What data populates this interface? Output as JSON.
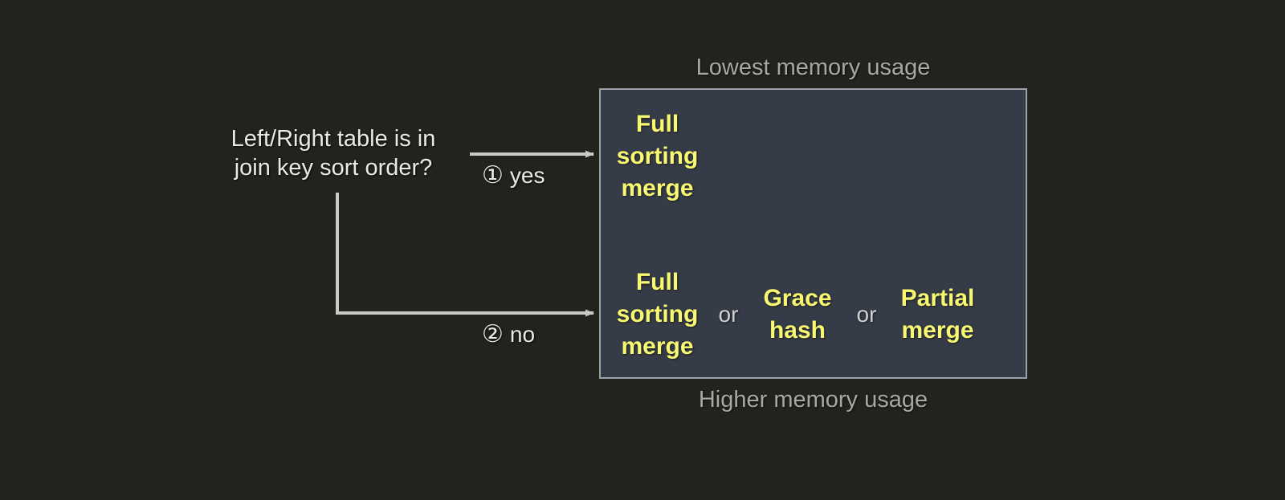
{
  "background_color": "#22231f",
  "question": {
    "text": "Left/Right table is in\njoin key sort order?"
  },
  "branches": [
    {
      "marker": "①",
      "label": "yes"
    },
    {
      "marker": "②",
      "label": "no"
    }
  ],
  "panel": {
    "background_color": "#353b47",
    "border_color": "#9ba1a6",
    "caption_top": "Lowest memory usage",
    "caption_bottom": "Higher memory usage",
    "option_color": "#f9f871",
    "separator_color": "#d2d2d6",
    "rows": [
      {
        "options": [
          "Full\nsorting\nmerge"
        ],
        "separators": []
      },
      {
        "options": [
          "Full\nsorting\nmerge",
          "Grace\nhash",
          "Partial\nmerge"
        ],
        "separators": [
          "or",
          "or"
        ]
      }
    ]
  }
}
